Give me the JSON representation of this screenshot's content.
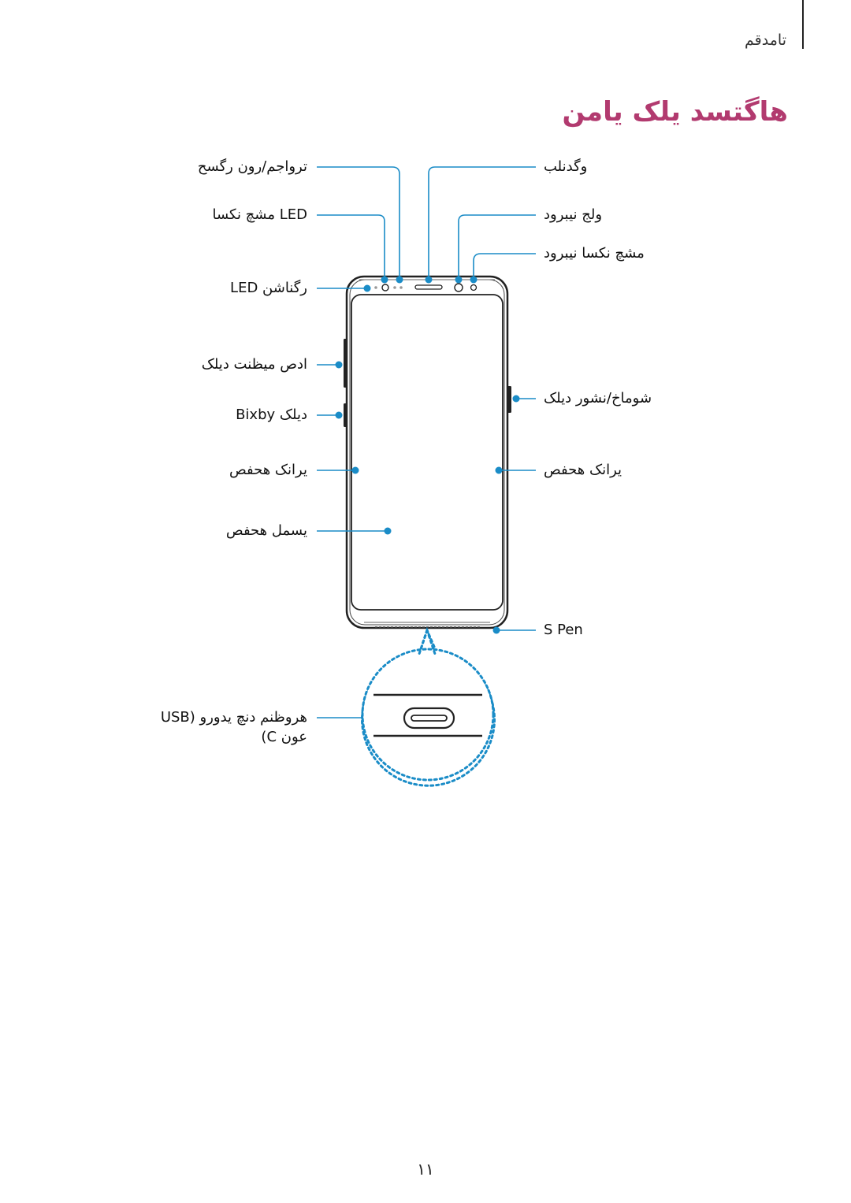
{
  "header": {
    "section": "تامدقم"
  },
  "title": "هاگتسد یلک یامن",
  "labels": {
    "left": {
      "proximity_light_sensor": "ترواجم/رون رگسح",
      "led_camera_front": "مشچ نکسا LED",
      "led_indicator": "LED رگناشن",
      "volume_key": "ادص میظنت دیلک",
      "bixby_key": "Bixby دیلک",
      "edge_screen": "یرانک هحفص",
      "touch_screen": "یسمل هحفص",
      "usb_line1": "USB) هروظنم دنچ یدورو",
      "usb_line2": "(C عون"
    },
    "right": {
      "speaker": "وگدنلب",
      "front_camera": "ولج نیبرود",
      "iris_camera": "مشچ نکسا نیبرود",
      "power_key": "شوماخ/نشور دیلک",
      "edge_screen": "یرانک هحفص",
      "s_pen": "S Pen"
    }
  },
  "colors": {
    "accent": "#1a8cc7",
    "title": "#b23a6f",
    "device": "#222222"
  },
  "page_number": "۱۱"
}
